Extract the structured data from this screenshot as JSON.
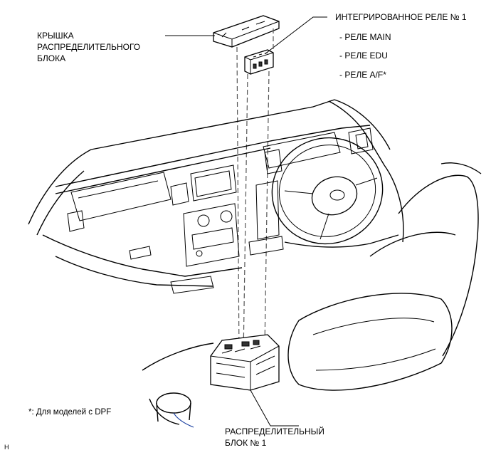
{
  "labels": {
    "cover": [
      "КРЫШКА",
      "РАСПРЕДЕЛИТЕЛЬНОГО",
      "БЛОКА"
    ],
    "relay_title": "ИНТЕГРИРОВАННОЕ РЕЛЕ № 1",
    "relay_items": [
      "- РЕЛЕ MAIN",
      "- РЕЛЕ EDU",
      "- РЕЛЕ A/F*"
    ],
    "junction_block": [
      "РАСПРЕДЕЛИТЕЛЬНЫЙ",
      "БЛОК № 1"
    ],
    "footnote": "*: Для моделей с DPF",
    "corner_mark": "H"
  }
}
